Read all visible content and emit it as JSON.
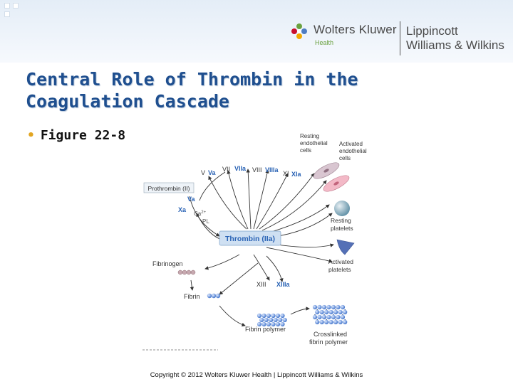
{
  "header": {
    "wk_name": "Wolters Kluwer",
    "wk_sub": "Health",
    "publisher_line1": "Lippincott",
    "publisher_line2": "Williams & Wilkins"
  },
  "title_line1": "Central Role of Thrombin in the",
  "title_line2": "Coagulation Cascade",
  "bullet": "Figure 22-8",
  "figure": {
    "center": "Thrombin (IIa)",
    "prothrombin": "Prothrombin (II)",
    "cofactors_top": [
      "V",
      "Va",
      "VII",
      "VIIa",
      "VIII",
      "VIIIa",
      "XI",
      "XIa"
    ],
    "va_small": "Va",
    "xa": "Xa",
    "ca": "Ca",
    "ca_sup": "2+",
    "pl": "PL",
    "fibrinogen": "Fibrinogen",
    "fibrin": "Fibrin",
    "xiii": "XIII",
    "xiiia": "XIIIa",
    "fibrin_polymer": "Fibrin polymer",
    "crosslinked": [
      "Crosslinked",
      "fibrin polymer"
    ],
    "resting_endothelial": [
      "Resting",
      "endothelial",
      "cells"
    ],
    "activated_endothelial": [
      "Activated",
      "endothelial",
      "cells"
    ],
    "resting_platelets": [
      "Resting",
      "platelets"
    ],
    "activated_platelets": [
      "Activated",
      "platelets"
    ]
  },
  "footer": "Copyright © 2012 Wolters Kluwer Health | Lippincott Williams & Wilkins",
  "colors": {
    "title": "#1f4f8f",
    "bullet_dot": "#e2a521",
    "factor_blue": "#2a63b5",
    "thrombin_box": "#cfe0f2"
  }
}
